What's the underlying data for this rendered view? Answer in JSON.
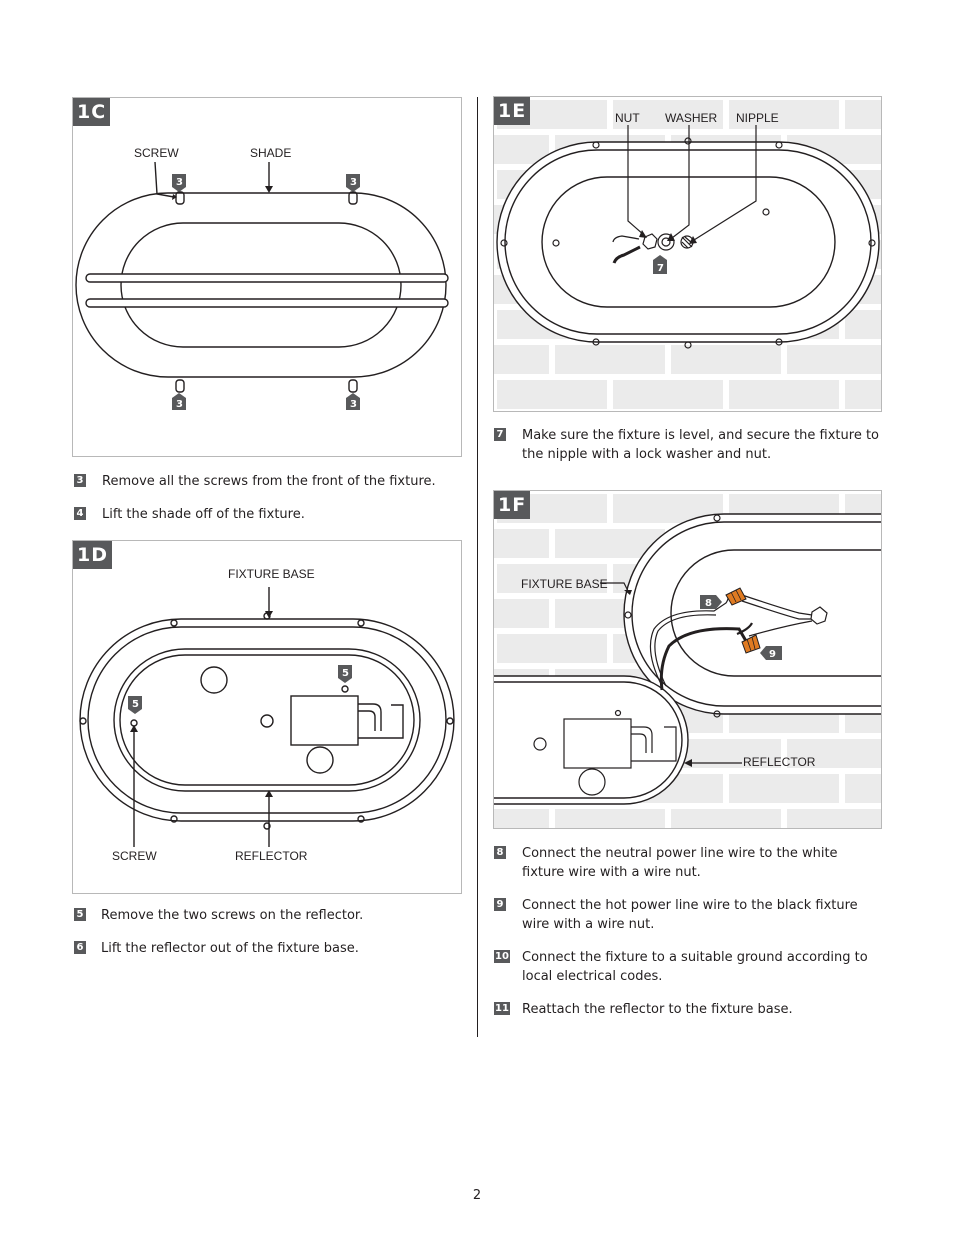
{
  "panels": {
    "c": {
      "tag": "1C",
      "labels": {
        "screw": "SCREW",
        "shade": "SHADE"
      },
      "badges": [
        "3",
        "3",
        "3",
        "3"
      ]
    },
    "d": {
      "tag": "1D",
      "labels": {
        "fixture_base": "FIXTURE BASE",
        "screw": "SCREW",
        "reflector": "REFLECTOR"
      },
      "badges": [
        "5",
        "5"
      ]
    },
    "e": {
      "tag": "1E",
      "labels": {
        "nut": "NUT",
        "washer": "WASHER",
        "nipple": "NIPPLE"
      },
      "badges": [
        "7"
      ]
    },
    "f": {
      "tag": "1F",
      "labels": {
        "fixture_base": "FIXTURE BASE",
        "reflector": "REFLECTOR"
      },
      "badges": [
        "8",
        "9"
      ]
    }
  },
  "steps": {
    "s3": {
      "num": "3",
      "text": "Remove all the screws from the front of the fixture."
    },
    "s4": {
      "num": "4",
      "text": "Lift the shade off of the fixture."
    },
    "s5": {
      "num": "5",
      "text": "Remove the two screws on the reflector."
    },
    "s6": {
      "num": "6",
      "text": "Lift the reflector out of the fixture base."
    },
    "s7": {
      "num": "7",
      "text": "Make sure the fixture is level, and secure the fixture to the nipple with a lock washer and nut."
    },
    "s8": {
      "num": "8",
      "text": "Connect the neutral power line wire to the white fixture wire with a wire nut."
    },
    "s9": {
      "num": "9",
      "text": "Connect the hot power line wire to the black fixture wire with a wire nut."
    },
    "s10": {
      "num": "10",
      "text": "Connect the fixture to a suitable ground according to local electrical codes."
    },
    "s11": {
      "num": "11",
      "text": "Reattach the reflector to the fixture base."
    }
  },
  "page_number": "2",
  "colors": {
    "tag_bg": "#58595b",
    "brick": "#ebebeb",
    "mortar": "#ffffff",
    "wire_nut": "#e07b22"
  }
}
